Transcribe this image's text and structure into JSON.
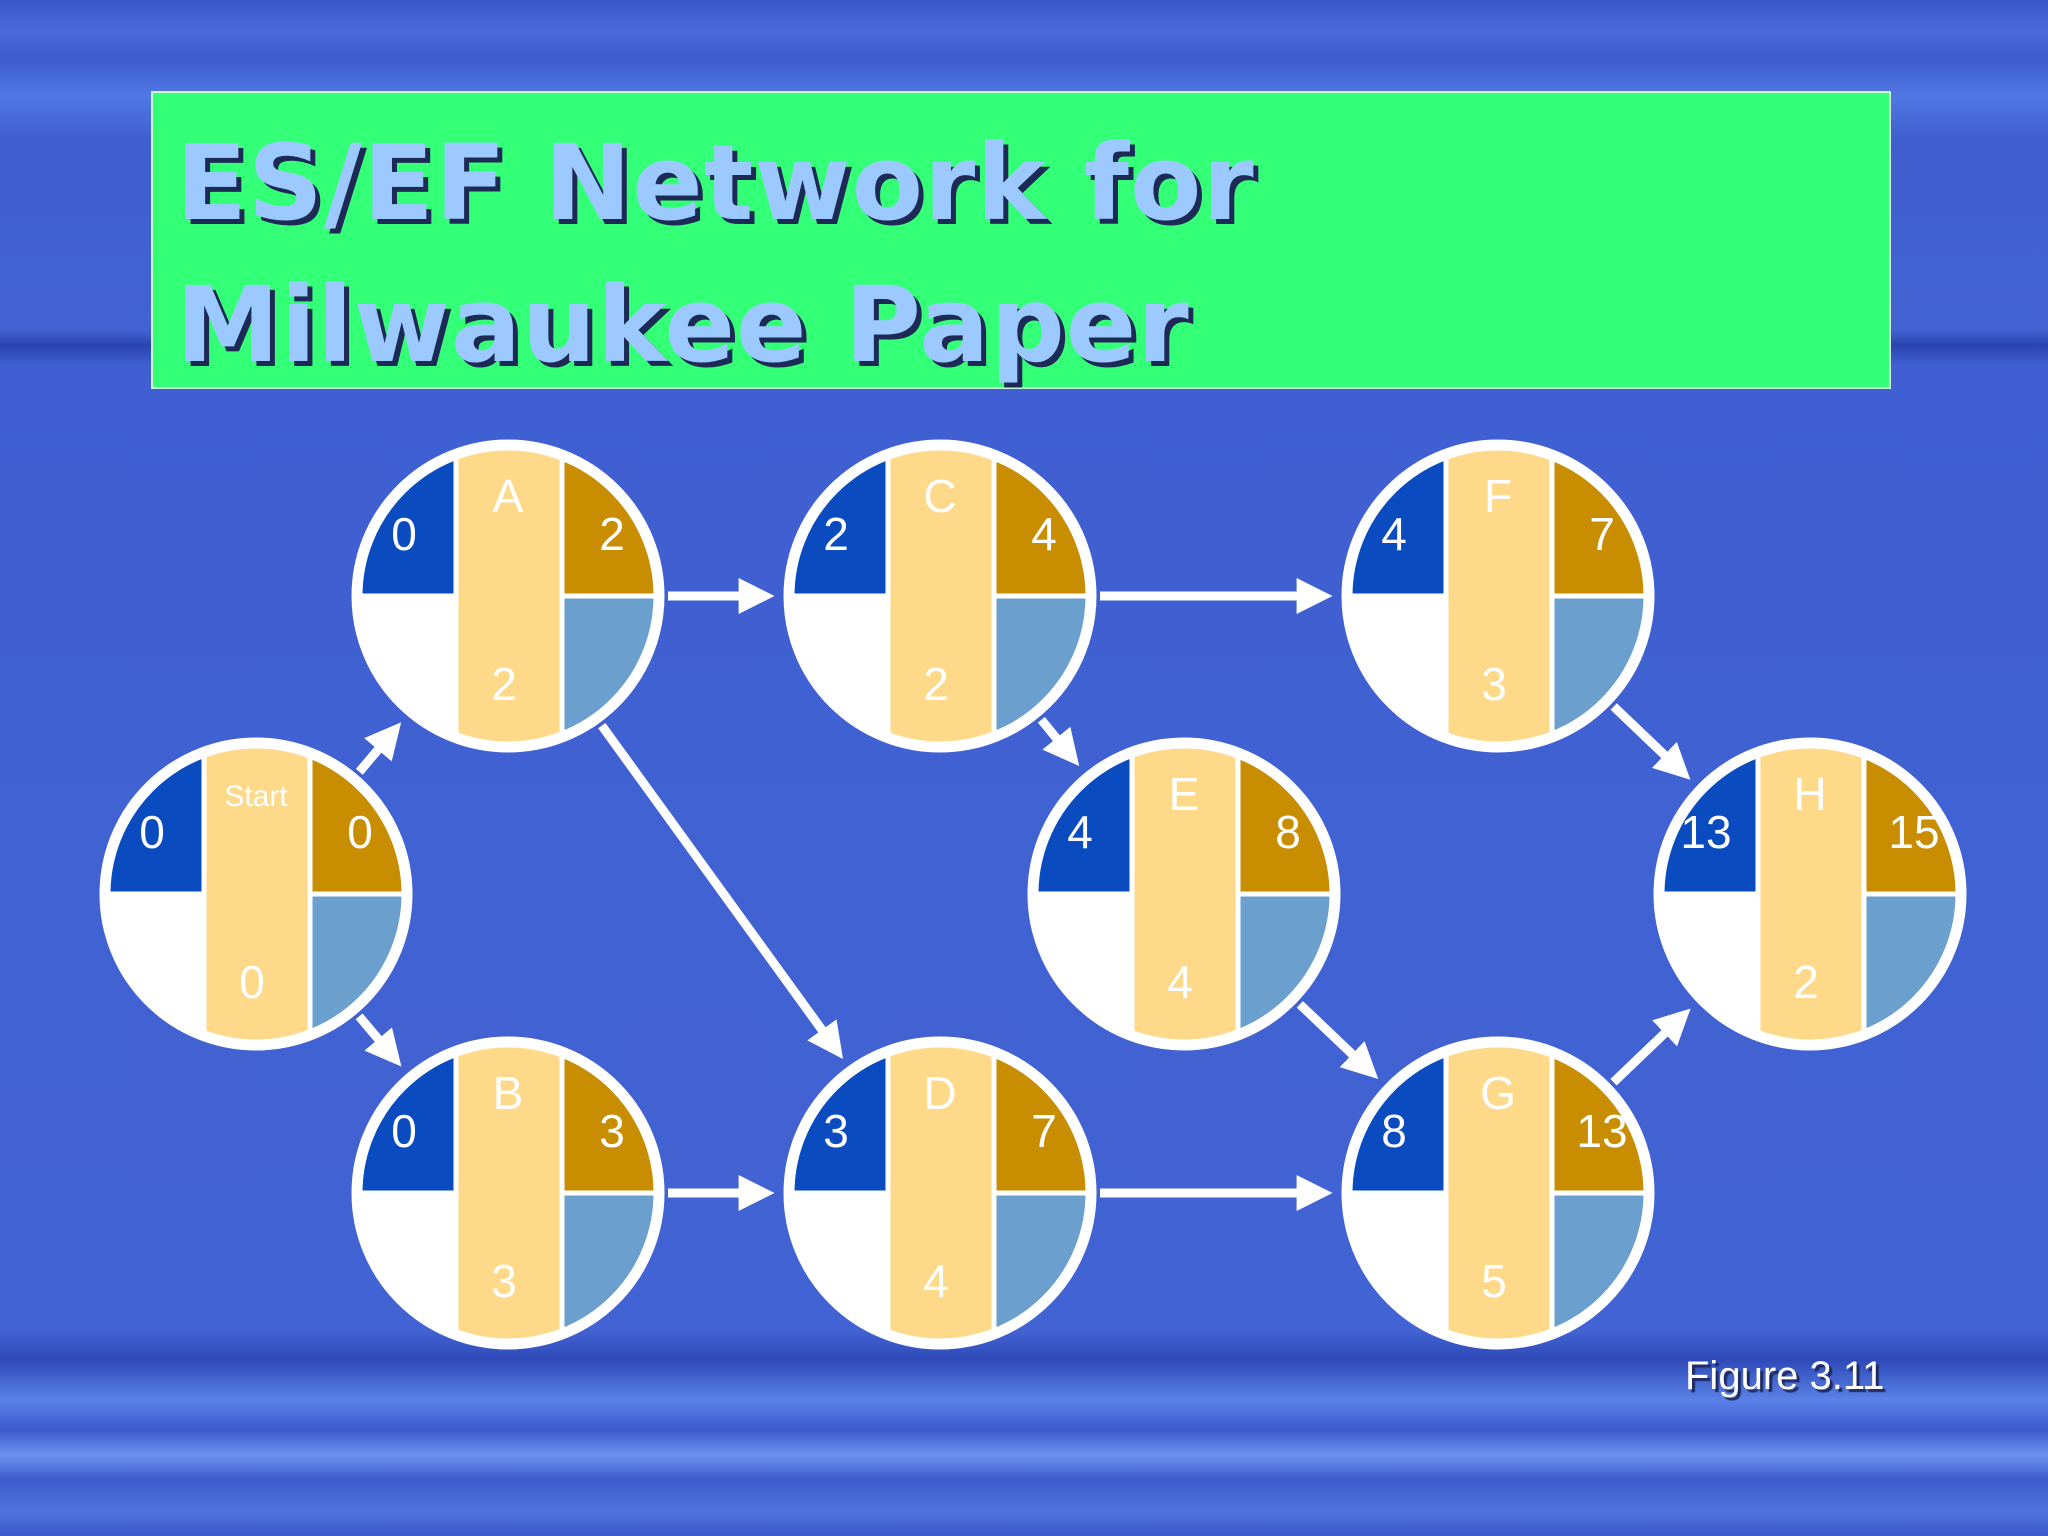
{
  "slide": {
    "title": "ES/EF Network for\nMilwaukee Paper",
    "caption": "Figure 3.11"
  },
  "colors": {
    "es": "#0a4cc0",
    "activity": "#ffd98a",
    "ef": "#c88d00",
    "lf": "#6a9fce",
    "ls": "#ffffff",
    "arrow": "#ffffff"
  },
  "network": {
    "nodes": [
      {
        "id": "start",
        "name": "Start",
        "es": "0",
        "ef": "0",
        "duration": "0"
      },
      {
        "id": "a",
        "name": "A",
        "es": "0",
        "ef": "2",
        "duration": "2"
      },
      {
        "id": "b",
        "name": "B",
        "es": "0",
        "ef": "3",
        "duration": "3"
      },
      {
        "id": "c",
        "name": "C",
        "es": "2",
        "ef": "4",
        "duration": "2"
      },
      {
        "id": "d",
        "name": "D",
        "es": "3",
        "ef": "7",
        "duration": "4"
      },
      {
        "id": "e",
        "name": "E",
        "es": "4",
        "ef": "8",
        "duration": "4"
      },
      {
        "id": "f",
        "name": "F",
        "es": "4",
        "ef": "7",
        "duration": "3"
      },
      {
        "id": "g",
        "name": "G",
        "es": "8",
        "ef": "13",
        "duration": "5"
      },
      {
        "id": "h",
        "name": "H",
        "es": "13",
        "ef": "15",
        "duration": "2"
      }
    ],
    "edges": [
      {
        "from": "start",
        "to": "a"
      },
      {
        "from": "start",
        "to": "b"
      },
      {
        "from": "a",
        "to": "c"
      },
      {
        "from": "a",
        "to": "d"
      },
      {
        "from": "b",
        "to": "d"
      },
      {
        "from": "c",
        "to": "f"
      },
      {
        "from": "c",
        "to": "e"
      },
      {
        "from": "d",
        "to": "g"
      },
      {
        "from": "e",
        "to": "g"
      },
      {
        "from": "f",
        "to": "h"
      },
      {
        "from": "g",
        "to": "h"
      }
    ]
  }
}
